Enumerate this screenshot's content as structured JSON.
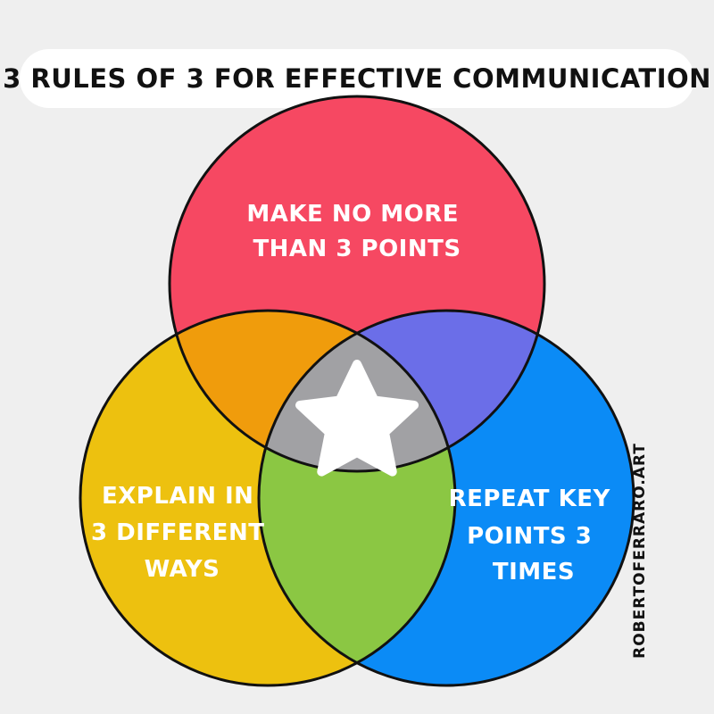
{
  "title": "3 RULES OF 3 FOR EFFECTIVE COMMUNICATION",
  "circles": [
    {
      "key": "top",
      "lines": [
        "MAKE NO MORE",
        "THAN 3 POINTS"
      ],
      "color": "#f64862"
    },
    {
      "key": "left",
      "lines": [
        "EXPLAIN IN",
        "3 DIFFERENT",
        "WAYS"
      ],
      "color": "#edc10f"
    },
    {
      "key": "right",
      "lines": [
        "REPEAT KEY",
        "POINTS 3",
        "TIMES"
      ],
      "color": "#0b8bf6"
    }
  ],
  "overlaps": {
    "top_left": "#f09c0c",
    "top_right": "#6b6ee8",
    "left_right": "#8bc743",
    "center": "#a1a1a4"
  },
  "center_icon": "star-icon",
  "credit": "ROBERTOFERRARO.ART"
}
